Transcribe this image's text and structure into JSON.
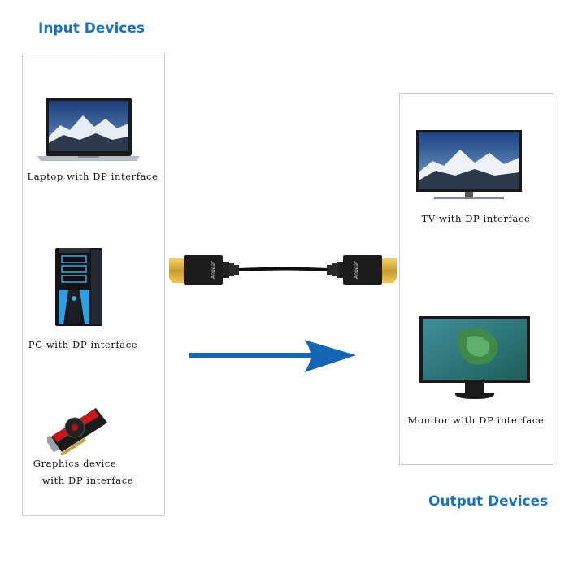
{
  "input": {
    "title": "Input Devices",
    "devices": [
      {
        "label": "Laptop with DP interface",
        "icon": "laptop-icon"
      },
      {
        "label": "PC with DP interface",
        "icon": "pc-tower-icon"
      },
      {
        "label_line1": "Graphics device",
        "label_line2": "with DP interface",
        "icon": "graphics-card-icon"
      }
    ]
  },
  "output": {
    "title": "Output Devices",
    "devices": [
      {
        "label": "TV with DP interface",
        "icon": "tv-icon"
      },
      {
        "label": "Monitor with DP interface",
        "icon": "monitor-icon"
      }
    ]
  },
  "cable": {
    "brand": "Anbear",
    "icon": "displayport-cable-icon"
  },
  "colors": {
    "accent": "#1b72b8",
    "arrow": "#1665b5"
  }
}
